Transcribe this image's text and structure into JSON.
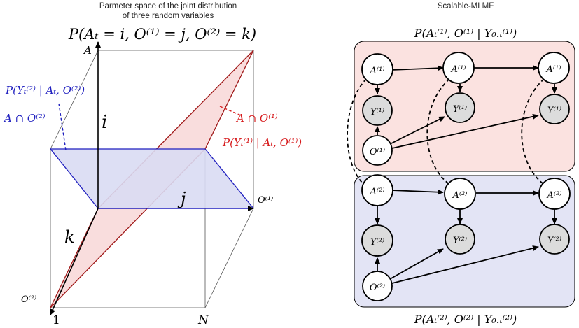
{
  "colors": {
    "red": "#d6191b",
    "blue": "#1f1fbf",
    "dark_red": "#8b1a1a",
    "red_fill": "#f8d7d7",
    "blue_fill": "#d9dbf3",
    "red_panel": "#fbe2e0",
    "blue_panel": "#e3e4f5",
    "node_gray": "#dcdcdc",
    "black": "#000000"
  },
  "left": {
    "caption_line1": "Parmeter space of the joint distribution",
    "caption_line2": "of three random variables",
    "joint": "P(Aₜ = i, O⁽¹⁾ = j, O⁽²⁾ = k)",
    "axis_A": "A",
    "axis_O1": "O⁽¹⁾",
    "axis_O2": "O⁽²⁾",
    "label_i": "i",
    "label_j": "j",
    "label_k": "k",
    "label_1": "1",
    "label_N": "N",
    "blue_cond": "P(Yₜ⁽²⁾ | Aₜ, O⁽²⁾)",
    "blue_set": "A ∩ O⁽²⁾",
    "red_set": "A ∩ O⁽¹⁾",
    "red_cond": "P(Yₜ⁽¹⁾ | Aₜ, O⁽¹⁾)"
  },
  "right": {
    "caption": "Scalable-MLMF",
    "top_title": "P(Aₜ⁽¹⁾, O⁽¹⁾ | Y₀.ₜ⁽¹⁾)",
    "bottom_title": "P(Aₜ⁽²⁾, O⁽²⁾ | Y₀.ₜ⁽²⁾)",
    "A1": "A⁽¹⁾",
    "Y1": "Y⁽¹⁾",
    "O1": "O⁽¹⁾",
    "A2": "A⁽²⁾",
    "Y2": "Y⁽²⁾",
    "O2": "O⁽²⁾"
  }
}
